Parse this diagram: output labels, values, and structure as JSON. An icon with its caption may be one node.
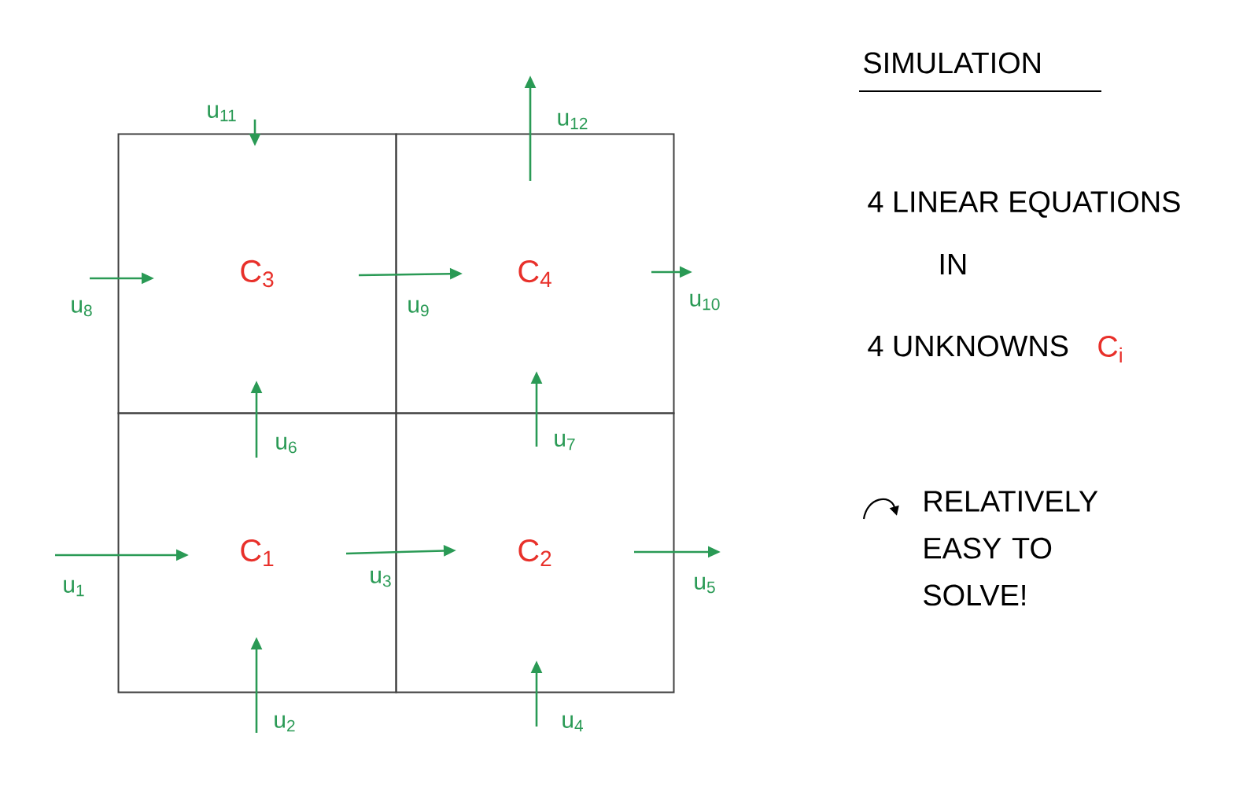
{
  "diagram": {
    "title": "SIMULATION",
    "nodes": [
      {
        "text": [
          "C$_{3}$"
        ]
      },
      {
        "text": [
          "C$_{4}$"
        ]
      },
      {
        "text": [
          "C$_{1}$"
        ]
      },
      {
        "text": [
          "C$_{2}$"
        ]
      }
    ],
    "edges": [
      {
        "from": null,
        "to": 2,
        "arrow": "to",
        "label": "u$_{1}$"
      },
      {
        "from": null,
        "to": 2,
        "arrow": "to",
        "label": "u$_{2}$"
      },
      {
        "from": 2,
        "to": 3,
        "arrow": "to",
        "label": "u$_{3}$"
      },
      {
        "from": null,
        "to": 3,
        "arrow": "to",
        "label": "u$_{4}$"
      },
      {
        "from": 3,
        "to": null,
        "arrow": "to",
        "label": "u$_{5}$"
      },
      {
        "from": 2,
        "to": 0,
        "arrow": "to",
        "label": "u$_{6}$"
      },
      {
        "from": 3,
        "to": 1,
        "arrow": "to",
        "label": "u$_{7}$"
      },
      {
        "from": null,
        "to": 0,
        "arrow": "to",
        "label": "u$_{8}$"
      },
      {
        "from": 0,
        "to": 1,
        "arrow": "to",
        "label": "u$_{9}$"
      },
      {
        "from": 1,
        "to": null,
        "arrow": "to",
        "label": "u$_{10}$"
      },
      {
        "from": null,
        "to": 0,
        "arrow": "to",
        "label": "u$_{11}$"
      },
      {
        "from": 1,
        "to": null,
        "arrow": "to",
        "label": "u$_{12}$"
      }
    ],
    "labels": [
      "4 LINEAR EQUATIONS",
      "IN",
      "4 UNKNOWNS",
      "C$_{i}$",
      "RELATIVELY EASY TO SOLVE!"
    ]
  }
}
